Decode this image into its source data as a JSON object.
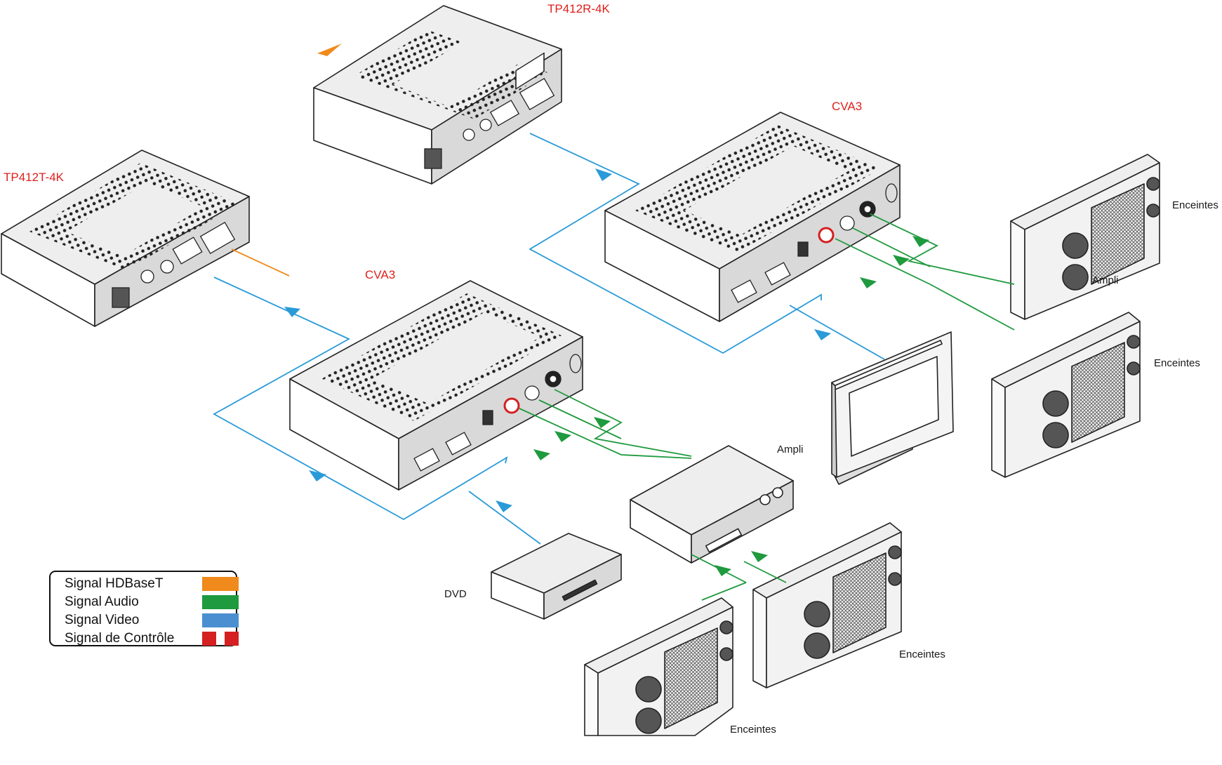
{
  "devices": {
    "tx": "TP412T-4K",
    "rx": "TP412R-4K",
    "cva_left": "CVA3",
    "cva_right": "CVA3"
  },
  "equipment": {
    "dvd": "DVD",
    "amp_front": "Ampli",
    "amp_back": "Ampli",
    "speakers_front_left": "Enceintes",
    "speakers_front_right": "Enceintes",
    "speakers_back_top": "Enceintes",
    "speakers_back_bottom": "Enceintes"
  },
  "legend": [
    {
      "label": "Signal HDBaseT",
      "color": "#f08a1c"
    },
    {
      "label": "Signal Audio",
      "color": "#1f9a3e"
    },
    {
      "label": "Signal Video",
      "color": "#4a90d0"
    },
    {
      "label": "Signal de Contrôle",
      "color": "#d42020"
    }
  ],
  "colors": {
    "hdbaset": "#f08a1c",
    "audio": "#1f9a3e",
    "video": "#2a9ad8",
    "control": "#d42020",
    "label_red": "#e0201c"
  }
}
